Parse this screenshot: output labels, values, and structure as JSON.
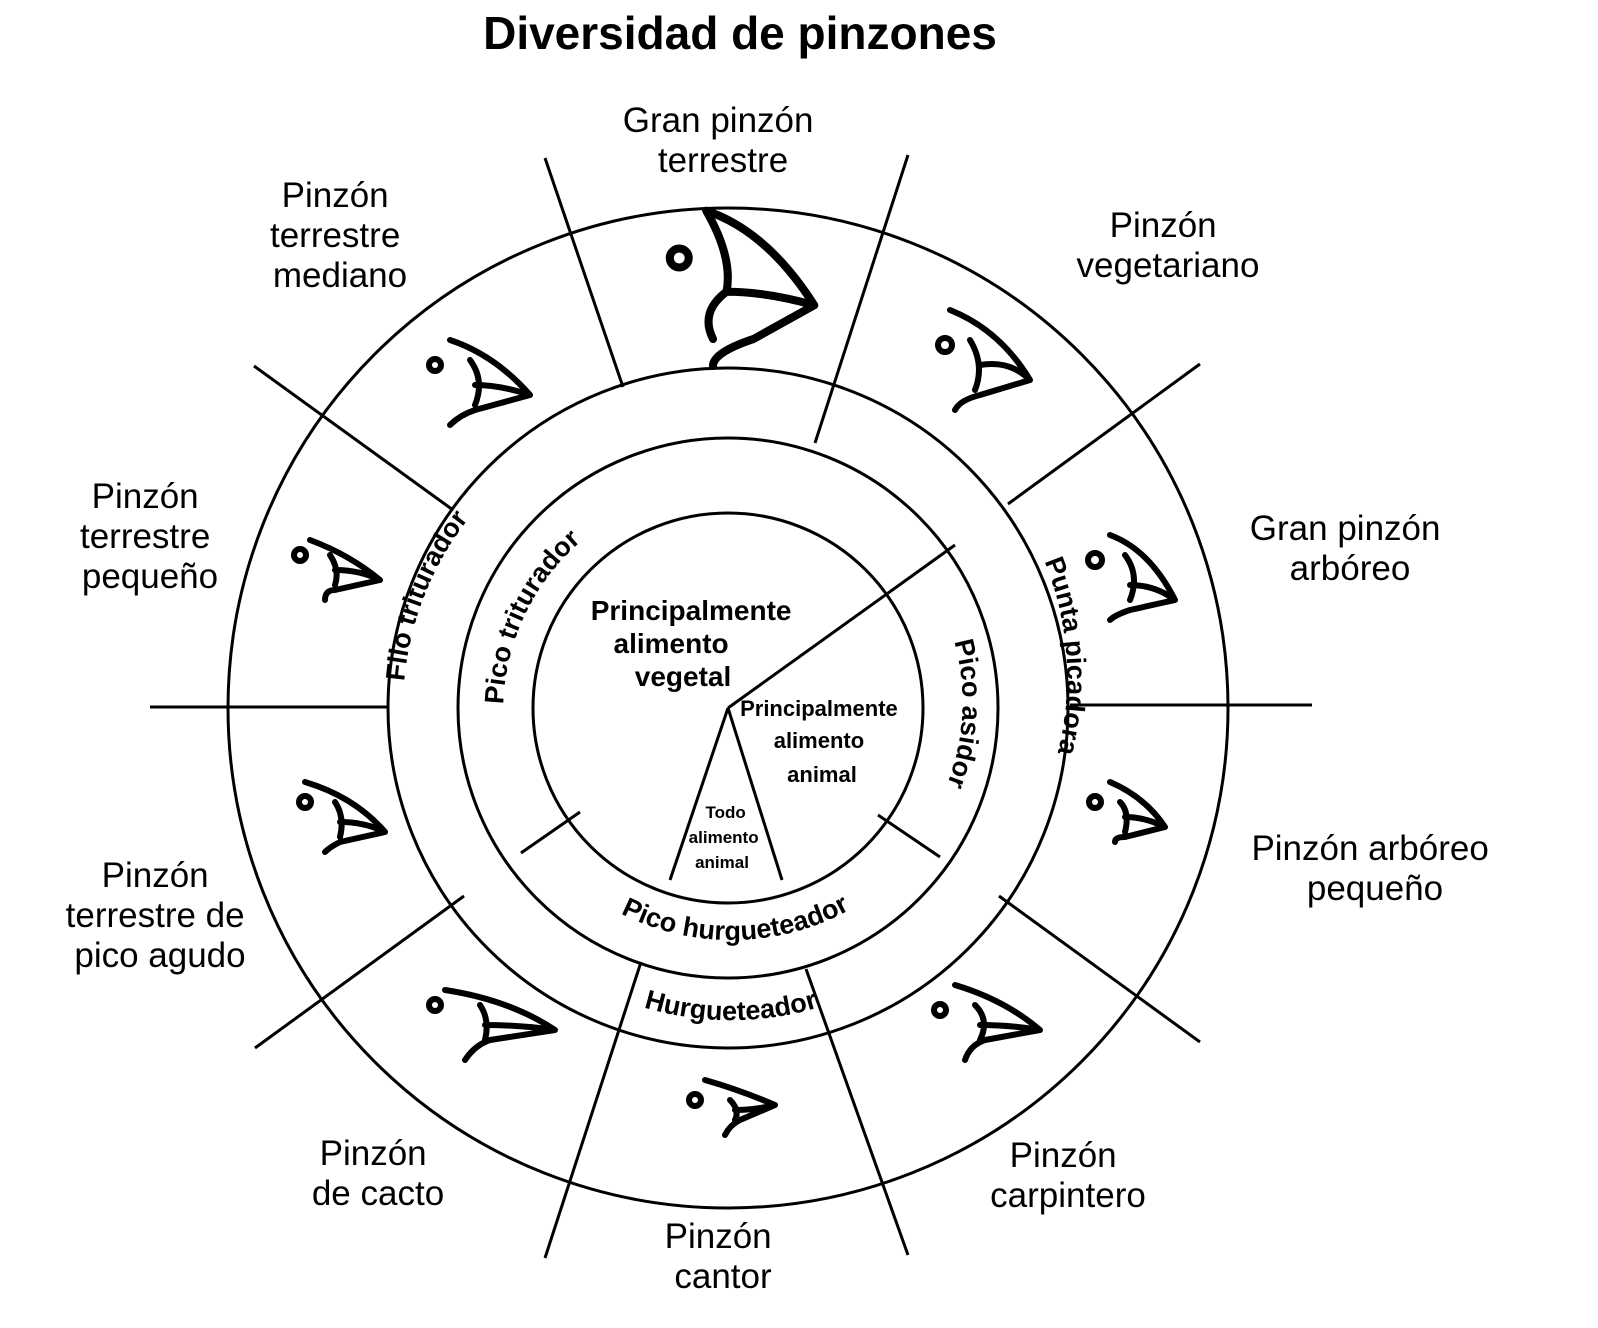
{
  "title": "Diversidad de pinzones",
  "species": {
    "gran_pinzon_terrestre": [
      "Gran pinzón",
      "terrestre"
    ],
    "pinzon_vegetariano": [
      "Pinzón",
      "vegetariano"
    ],
    "gran_pinzon_arboreo": [
      "Gran pinzón",
      "arbóreo"
    ],
    "pinzon_arboreo_pequeno": [
      "Pinzón arbóreo",
      "pequeño"
    ],
    "pinzon_carpintero": [
      "Pinzón",
      "carpintero"
    ],
    "pinzon_cantor": [
      "Pinzón",
      "cantor"
    ],
    "pinzon_de_cacto": [
      "Pinzón",
      "de cacto"
    ],
    "pinzon_terrestre_pico_agudo": [
      "Pinzón",
      "terrestre de",
      "pico agudo"
    ],
    "pinzon_terrestre_pequeno": [
      "Pinzón",
      "terrestre",
      "pequeño"
    ],
    "pinzon_terrestre_mediano": [
      "Pinzón",
      "terrestre",
      "mediano"
    ]
  },
  "beak_ring": {
    "filo_triturador": "Filo triturador",
    "punta_picadora": "Punta picadora",
    "hurgueteador": "Hurgueteador"
  },
  "beak_type_ring": {
    "pico_triturador": "Pico triturador",
    "pico_asidor": "Pico asidor",
    "pico_hurgueteador": "Pico hurgueteador"
  },
  "diet": {
    "vegetal": [
      "Principalmente",
      "alimento",
      "vegetal"
    ],
    "animal": [
      "Principalmente",
      "alimento",
      "animal"
    ],
    "todo_animal": [
      "Todo",
      "alimento",
      "animal"
    ]
  }
}
